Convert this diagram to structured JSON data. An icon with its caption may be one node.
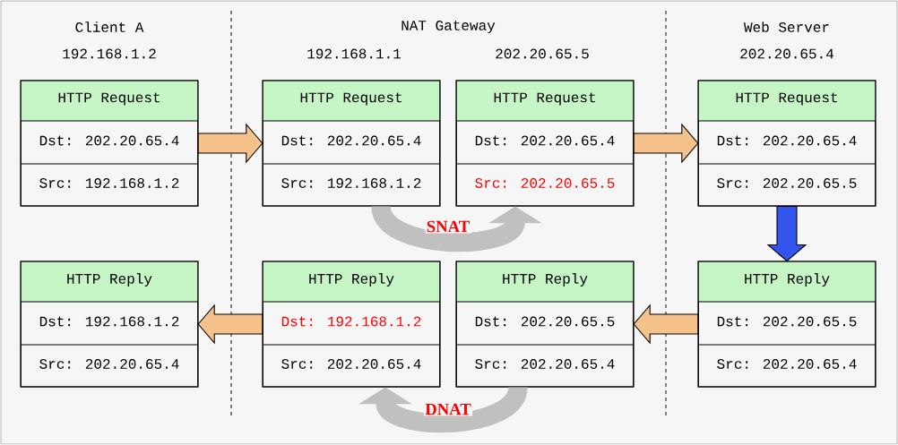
{
  "diagram": {
    "nodes": [
      {
        "text": [
          "HTTP Request",
          "Dst: 202.20.65.4",
          "Src: 192.168.1.2"
        ]
      },
      {
        "text": [
          "HTTP Request",
          "Dst: 202.20.65.4",
          "Src: 192.168.1.2"
        ]
      },
      {
        "text": [
          "HTTP Request",
          "Dst: 202.20.65.4",
          "Src: 202.20.65.5"
        ]
      },
      {
        "text": [
          "HTTP Request",
          "Dst: 202.20.65.4",
          "Src: 202.20.65.5"
        ]
      },
      {
        "text": [
          "HTTP Reply",
          "Dst: 192.168.1.2",
          "Src: 202.20.65.4"
        ]
      },
      {
        "text": [
          "HTTP Reply",
          "Dst: 192.168.1.2",
          "Src: 202.20.65.4"
        ]
      },
      {
        "text": [
          "HTTP Reply",
          "Dst: 202.20.65.5",
          "Src: 202.20.65.4"
        ]
      },
      {
        "text": [
          "HTTP Reply",
          "Dst: 202.20.65.5",
          "Src: 202.20.65.4"
        ]
      }
    ],
    "edges": [
      {
        "from": 0,
        "to": 1,
        "arrow": "to"
      },
      {
        "from": 2,
        "to": 3,
        "arrow": "to"
      },
      {
        "from": 3,
        "to": 7,
        "arrow": "to",
        "color": "#3355ee"
      },
      {
        "from": 7,
        "to": 6,
        "arrow": "to"
      },
      {
        "from": 5,
        "to": 4,
        "arrow": "to"
      },
      {
        "from": 1,
        "to": 2,
        "arrow": "to",
        "label": "SNAT",
        "color": "#c0c0c0"
      },
      {
        "from": 6,
        "to": 5,
        "arrow": "to",
        "label": "DNAT",
        "color": "#c0c0c0"
      }
    ],
    "labels": [
      "Client A",
      "NAT Gateway",
      "Web Server",
      "192.168.1.2",
      "192.168.1.1",
      "202.20.65.5",
      "202.20.65.4"
    ]
  }
}
